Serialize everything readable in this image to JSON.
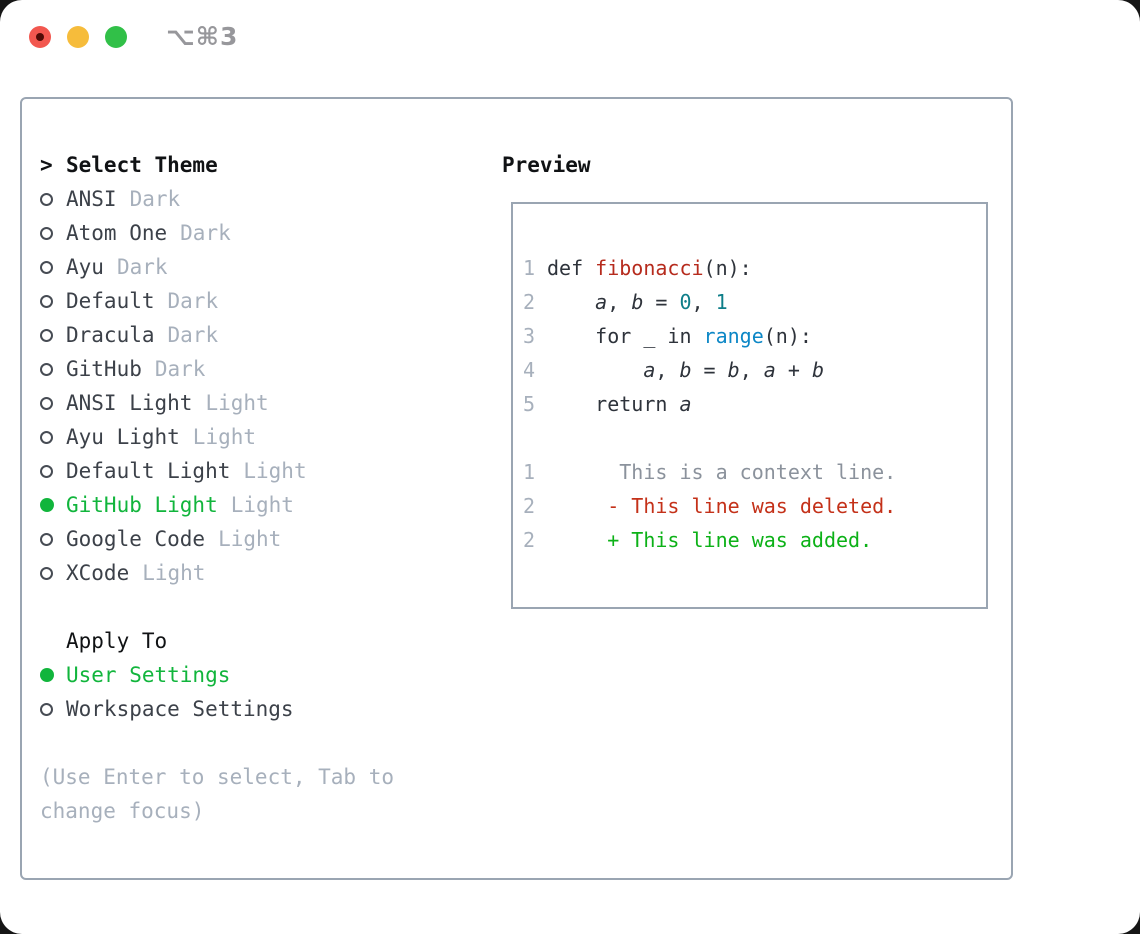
{
  "titlebar": {
    "shortcut": "⌥⌘3",
    "traffic_lights": [
      "close",
      "minimize",
      "maximize"
    ]
  },
  "colors": {
    "accent_green": "#11b53c",
    "border_gray": "#9aa5b2",
    "muted_gray": "#a7b0bc",
    "text_dark": "#3c4149",
    "function_red": "#b62b1d",
    "number_teal": "#0e7e89",
    "builtin_blue": "#0c87c6",
    "context_gray": "#8b929c",
    "deleted_red": "#c43119",
    "added_green": "#0cb117",
    "light_close": "#f2574f",
    "light_minimize": "#f6bc3b",
    "light_maximize": "#31c048"
  },
  "theme_picker": {
    "prompt": ">",
    "title": "Select Theme",
    "items": [
      {
        "name": "ANSI",
        "variant": "Dark",
        "selected": false
      },
      {
        "name": "Atom One",
        "variant": "Dark",
        "selected": false
      },
      {
        "name": "Ayu",
        "variant": "Dark",
        "selected": false
      },
      {
        "name": "Default",
        "variant": "Dark",
        "selected": false
      },
      {
        "name": "Dracula",
        "variant": "Dark",
        "selected": false
      },
      {
        "name": "GitHub",
        "variant": "Dark",
        "selected": false
      },
      {
        "name": "ANSI Light",
        "variant": "Light",
        "selected": false
      },
      {
        "name": "Ayu Light",
        "variant": "Light",
        "selected": false
      },
      {
        "name": "Default Light",
        "variant": "Light",
        "selected": false
      },
      {
        "name": "GitHub Light",
        "variant": "Light",
        "selected": true
      },
      {
        "name": "Google Code",
        "variant": "Light",
        "selected": false
      },
      {
        "name": "XCode",
        "variant": "Light",
        "selected": false
      }
    ],
    "apply_to": {
      "title": "Apply To",
      "options": [
        {
          "label": "User Settings",
          "selected": true
        },
        {
          "label": "Workspace Settings",
          "selected": false
        }
      ]
    },
    "hint_line1": "(Use Enter to select, Tab to",
    "hint_line2": "change focus)"
  },
  "preview": {
    "title": "Preview",
    "lines": [
      {
        "num": "1",
        "tokens": [
          [
            "def ",
            "plain"
          ],
          [
            "fibonacci",
            "func"
          ],
          [
            "(n):",
            "plain"
          ]
        ]
      },
      {
        "num": "2",
        "tokens": [
          [
            "    ",
            "plain"
          ],
          [
            "a",
            "var"
          ],
          [
            ", ",
            "plain"
          ],
          [
            "b",
            "var"
          ],
          [
            " = ",
            "plain"
          ],
          [
            "0",
            "num"
          ],
          [
            ", ",
            "plain"
          ],
          [
            "1",
            "num"
          ]
        ]
      },
      {
        "num": "3",
        "tokens": [
          [
            "    for _ in ",
            "plain"
          ],
          [
            "range",
            "builtin"
          ],
          [
            "(n):",
            "plain"
          ]
        ]
      },
      {
        "num": "4",
        "tokens": [
          [
            "        ",
            "plain"
          ],
          [
            "a",
            "var"
          ],
          [
            ", ",
            "plain"
          ],
          [
            "b",
            "var"
          ],
          [
            " = ",
            "plain"
          ],
          [
            "b",
            "var"
          ],
          [
            ", ",
            "plain"
          ],
          [
            "a",
            "var"
          ],
          [
            " + ",
            "plain"
          ],
          [
            "b",
            "var"
          ]
        ]
      },
      {
        "num": "5",
        "tokens": [
          [
            "    return ",
            "plain"
          ],
          [
            "a",
            "var"
          ]
        ]
      },
      {
        "num": "",
        "tokens": []
      },
      {
        "num": "1",
        "tokens": [
          [
            "      This is a context line.",
            "context"
          ]
        ]
      },
      {
        "num": "2",
        "tokens": [
          [
            "     - This line was deleted.",
            "del"
          ]
        ]
      },
      {
        "num": "2",
        "tokens": [
          [
            "     + This line was added.",
            "add"
          ]
        ]
      }
    ]
  }
}
